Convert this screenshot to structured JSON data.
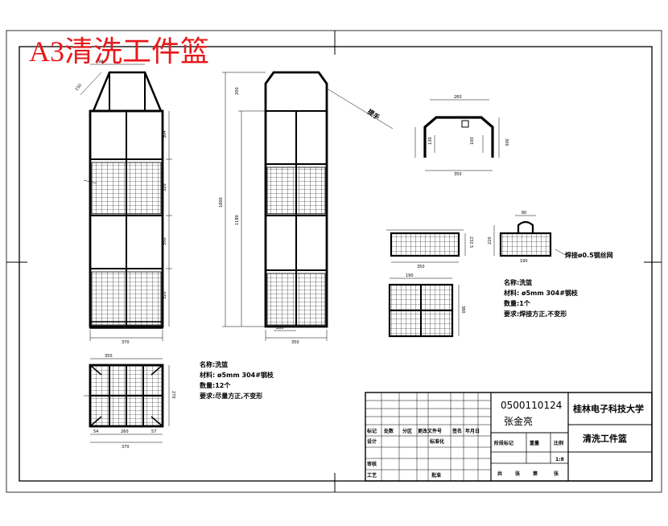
{
  "drawing_title": "A3清洗工件篮",
  "part_label_handle": "提手",
  "note_weld": "焊接ø0.5钢丝网",
  "notes_top": {
    "name": "名称:洗篮",
    "material": "材料: ø5mm 304#钢枝",
    "quantity": "数量:1个",
    "requirement": "要求:焊接方正,不变形"
  },
  "notes_bottom": {
    "name": "名称:洗篮",
    "material": "材料: ø5mm 304#钢枝",
    "quantity": "数量:12个",
    "requirement": "要求:尽量方正,不变形"
  },
  "title_block": {
    "student_id": "0500110124",
    "author": "张金亮",
    "school": "桂林电子科技大学",
    "drawing_name": "清洗工件篮",
    "scale": "1:8",
    "rev_headers": [
      "标记",
      "处数",
      "分区",
      "更改文件号",
      "签名",
      "年月日"
    ],
    "row_design": "设计",
    "row_standard": "标准化",
    "row_review": "审核",
    "row_process": "工艺",
    "row_approve": "批准",
    "stage_headers": [
      "阶段标记",
      "重量",
      "比例"
    ],
    "sheet_info": [
      "共",
      "张",
      "第",
      "张"
    ]
  },
  "dimensions": {
    "front_total_width": "370",
    "side_total_height": "1800",
    "side_height": "1180",
    "side_width": "350",
    "side_bottom": "280",
    "handle_top": "260",
    "handle_width": "350",
    "handle_side_left": "130",
    "handle_side_right": "300",
    "handle_side_mid": "100",
    "top_chamfer": "150",
    "top_seg": "94",
    "tray_width": "350",
    "tray_height": "232.5",
    "tray_depth": "190",
    "tray_handle": "80",
    "tray_side_h": "220",
    "plan_w": "190",
    "plan_h": "380",
    "base_w": "350",
    "base_h": "270",
    "base_seg_left": "54",
    "base_seg_mid": "260",
    "base_seg_right": "57",
    "front_seg_1": "304",
    "front_seg_2": "320",
    "front_seg_3": "350",
    "front_seg_4": "320",
    "front_top": "200"
  }
}
